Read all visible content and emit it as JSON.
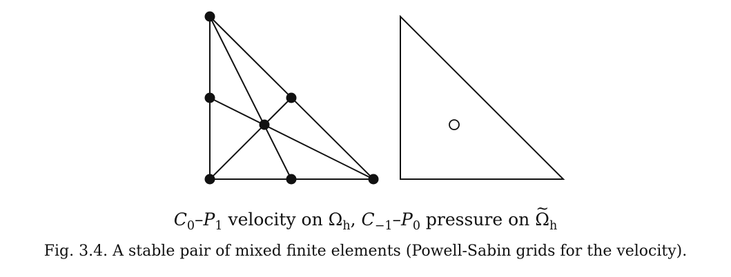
{
  "figure": {
    "left_panel": {
      "name": "Powell-Sabin split triangle with C0-P1 velocity nodes",
      "nodes": [
        "top-vertex",
        "left-mid",
        "centroid",
        "hyp-mid",
        "bottom-left",
        "bottom-mid",
        "bottom-right"
      ]
    },
    "right_panel": {
      "name": "Triangle with C-1-P0 pressure node",
      "nodes": [
        "center-open"
      ]
    }
  },
  "subcaption": {
    "c0": "C",
    "c0_sub": "0",
    "dash1": "–",
    "p1": "P",
    "p1_sub": "1",
    "velocity_text": " velocity on ",
    "omega_h": "Ω",
    "omega_h_sub": "h",
    "comma": ", ",
    "c_neg1": "C",
    "c_neg1_sub": "−1",
    "dash2": "–",
    "p0": "P",
    "p0_sub": "0",
    "pressure_text": " pressure on ",
    "omega_tilde": "Ω",
    "omega_tilde_mark": "~",
    "omega_tilde_sub": "h"
  },
  "caption": {
    "label": "Fig. 3.4.",
    "text": " A stable pair of mixed finite elements (Powell-Sabin grids for the velocity)."
  }
}
